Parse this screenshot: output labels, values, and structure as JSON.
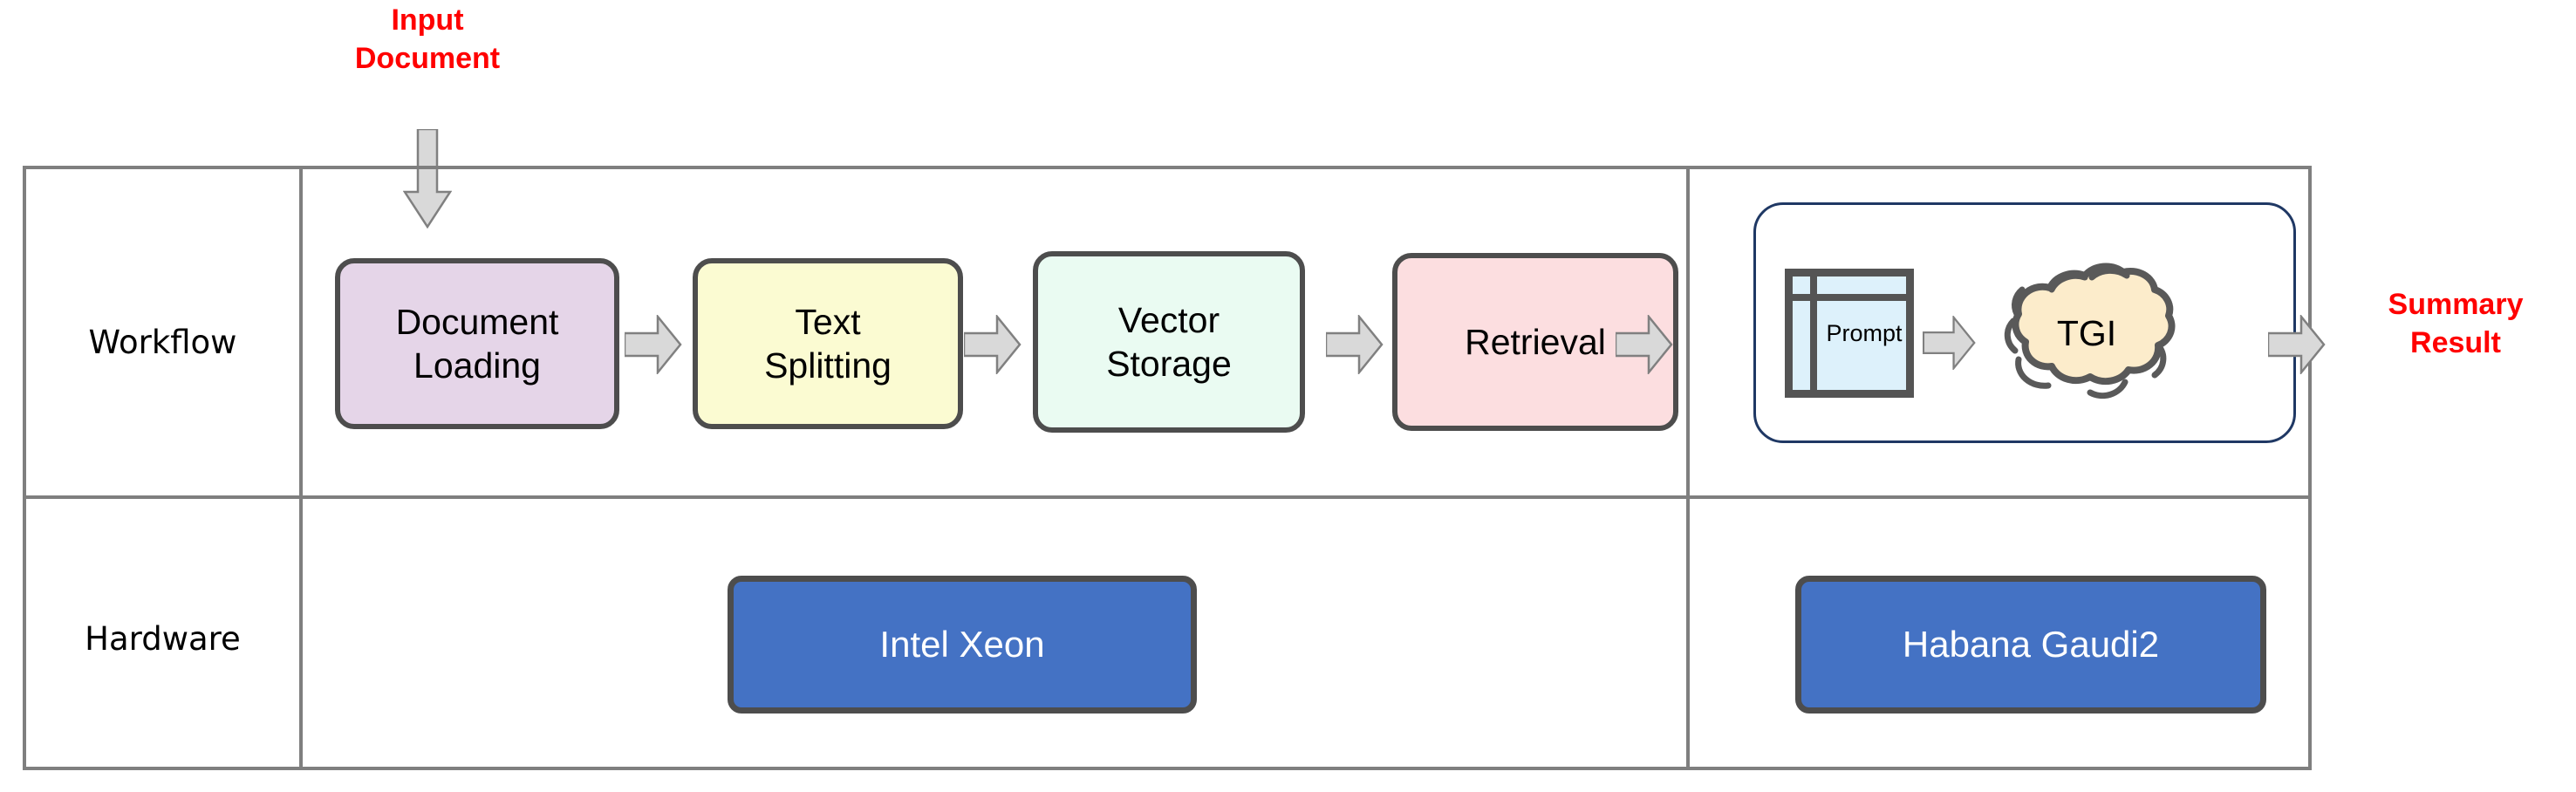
{
  "diagram": {
    "title_labels": {
      "input_document": "Input\nDocument",
      "summary_result": "Summary\nResult"
    },
    "rows": [
      {
        "id": "workflow",
        "label": "Workflow"
      },
      {
        "id": "hardware",
        "label": "Hardware"
      }
    ],
    "workflow": {
      "stages": [
        {
          "id": "document-loading",
          "label": "Document\nLoading",
          "color": "#e5d5e8"
        },
        {
          "id": "text-splitting",
          "label": "Text\nSplitting",
          "color": "#fbfbd2"
        },
        {
          "id": "vector-storage",
          "label": "Vector\nStorage",
          "color": "#eafbf2"
        },
        {
          "id": "retrieval",
          "label": "Retrieval",
          "color": "#fcdee0"
        }
      ],
      "inference_group": {
        "border_color": "#1f3864",
        "prompt": {
          "label": "Prompt",
          "fill": "#ddf1fb",
          "stroke": "#545454"
        },
        "model": {
          "label": "TGI",
          "fill": "#fceccb",
          "stroke": "#595959",
          "shape": "cloud"
        }
      }
    },
    "hardware": {
      "items": [
        {
          "id": "intel-xeon",
          "label": "Intel Xeon",
          "color": "#4472c4"
        },
        {
          "id": "habana-gaudi2",
          "label": "Habana Gaudi2",
          "color": "#4472c4"
        }
      ]
    },
    "arrows": {
      "fill": "#d9d9d9",
      "stroke": "#808080",
      "input_direction": "down",
      "flow_direction": "right",
      "count_flow": 6
    },
    "palette": {
      "grid_line": "#7f7f7f",
      "box_border": "#4d4d4d",
      "accent_red": "#ff0000",
      "text": "#000000"
    }
  }
}
